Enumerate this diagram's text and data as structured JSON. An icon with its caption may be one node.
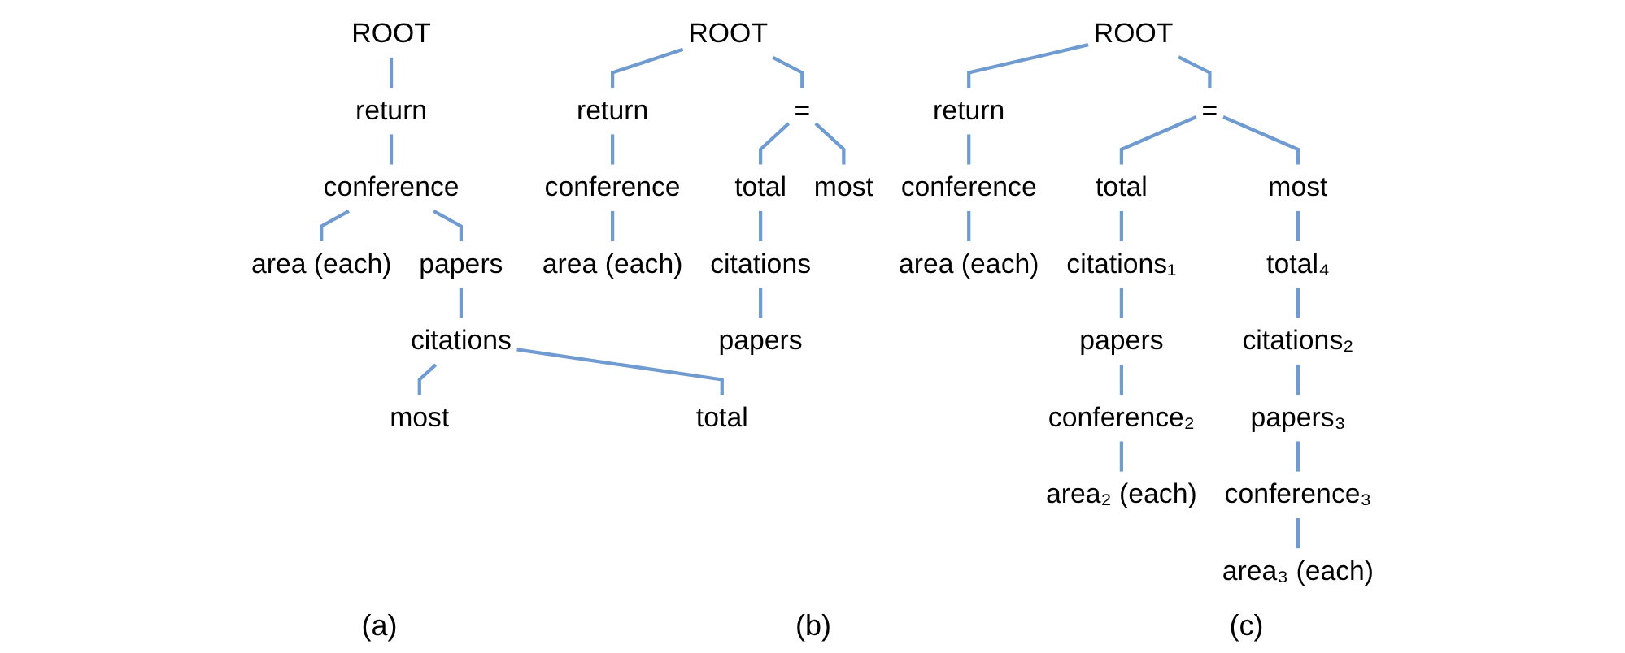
{
  "diagram": {
    "nodes": [
      {
        "text": [
          "ROOT"
        ]
      },
      {
        "text": [
          "return"
        ]
      },
      {
        "text": [
          "conference"
        ]
      },
      {
        "text": [
          "area (each)"
        ]
      },
      {
        "text": [
          "papers"
        ]
      },
      {
        "text": [
          "citations"
        ]
      },
      {
        "text": [
          "most"
        ]
      },
      {
        "text": [
          "total"
        ]
      },
      {
        "text": [
          "ROOT"
        ]
      },
      {
        "text": [
          "return"
        ]
      },
      {
        "text": [
          "="
        ]
      },
      {
        "text": [
          "conference"
        ]
      },
      {
        "text": [
          "total"
        ]
      },
      {
        "text": [
          "most"
        ]
      },
      {
        "text": [
          "area (each)"
        ]
      },
      {
        "text": [
          "citations"
        ]
      },
      {
        "text": [
          "papers"
        ]
      },
      {
        "text": [
          "ROOT"
        ]
      },
      {
        "text": [
          "return"
        ]
      },
      {
        "text": [
          "="
        ]
      },
      {
        "text": [
          "conference"
        ]
      },
      {
        "text": [
          "total"
        ]
      },
      {
        "text": [
          "most"
        ]
      },
      {
        "text": [
          "area (each)"
        ]
      },
      {
        "text": [
          "citations₁"
        ]
      },
      {
        "text": [
          "total₄"
        ]
      },
      {
        "text": [
          "papers"
        ]
      },
      {
        "text": [
          "citations₂"
        ]
      },
      {
        "text": [
          "conference₂"
        ]
      },
      {
        "text": [
          "papers₃"
        ]
      },
      {
        "text": [
          "area₂ (each)"
        ]
      },
      {
        "text": [
          "conference₃"
        ]
      },
      {
        "text": [
          "area₃ (each)"
        ]
      }
    ],
    "edges": [
      {
        "from": 0,
        "to": 1,
        "arrow": "none"
      },
      {
        "from": 1,
        "to": 2,
        "arrow": "none"
      },
      {
        "from": 2,
        "to": 3,
        "arrow": "none"
      },
      {
        "from": 2,
        "to": 4,
        "arrow": "none"
      },
      {
        "from": 4,
        "to": 5,
        "arrow": "none"
      },
      {
        "from": 5,
        "to": 6,
        "arrow": "none"
      },
      {
        "from": 5,
        "to": 7,
        "arrow": "none"
      },
      {
        "from": 8,
        "to": 9,
        "arrow": "none"
      },
      {
        "from": 8,
        "to": 10,
        "arrow": "none"
      },
      {
        "from": 9,
        "to": 11,
        "arrow": "none"
      },
      {
        "from": 10,
        "to": 12,
        "arrow": "none"
      },
      {
        "from": 10,
        "to": 13,
        "arrow": "none"
      },
      {
        "from": 11,
        "to": 14,
        "arrow": "none"
      },
      {
        "from": 12,
        "to": 15,
        "arrow": "none"
      },
      {
        "from": 15,
        "to": 16,
        "arrow": "none"
      },
      {
        "from": 17,
        "to": 18,
        "arrow": "none"
      },
      {
        "from": 17,
        "to": 19,
        "arrow": "none"
      },
      {
        "from": 18,
        "to": 20,
        "arrow": "none"
      },
      {
        "from": 19,
        "to": 21,
        "arrow": "none"
      },
      {
        "from": 19,
        "to": 22,
        "arrow": "none"
      },
      {
        "from": 20,
        "to": 23,
        "arrow": "none"
      },
      {
        "from": 21,
        "to": 24,
        "arrow": "none"
      },
      {
        "from": 24,
        "to": 26,
        "arrow": "none"
      },
      {
        "from": 26,
        "to": 28,
        "arrow": "none"
      },
      {
        "from": 28,
        "to": 30,
        "arrow": "none"
      },
      {
        "from": 22,
        "to": 25,
        "arrow": "none"
      },
      {
        "from": 25,
        "to": 27,
        "arrow": "none"
      },
      {
        "from": 27,
        "to": 29,
        "arrow": "none"
      },
      {
        "from": 29,
        "to": 31,
        "arrow": "none"
      },
      {
        "from": 31,
        "to": 32,
        "arrow": "none"
      }
    ],
    "labels": [
      "(a)",
      "(b)",
      "(c)"
    ]
  }
}
